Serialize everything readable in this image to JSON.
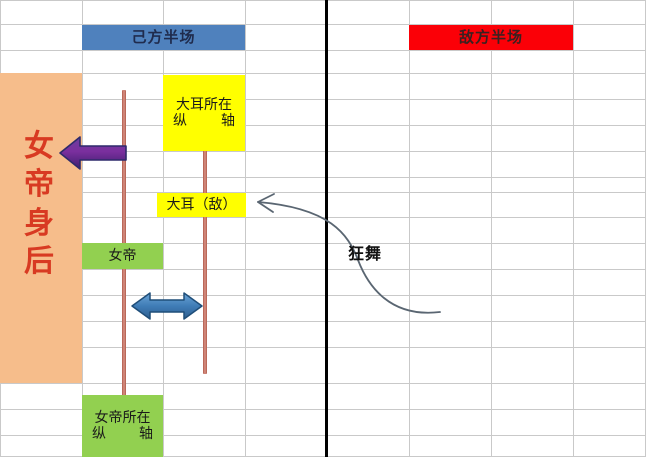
{
  "diagram": {
    "title_own_half": "己方半场",
    "title_enemy_half": "敌方半场",
    "empress_behind": [
      "女",
      "帝",
      "身",
      "后"
    ],
    "bigear_axis_line1": "大耳所在",
    "bigear_axis_line2_left": "纵",
    "bigear_axis_line2_right": "轴",
    "bigear_enemy": "大耳（敌）",
    "empress_marker": "女帝",
    "empress_axis_line1": "女帝所在",
    "empress_axis_line2_left": "纵",
    "empress_axis_line2_right": "轴",
    "skill_label": "狂舞",
    "colors": {
      "own_half_fill": "#4f81bd",
      "enemy_half_fill": "#fb0007",
      "orange_zone_fill": "#f6bd8b",
      "yellow_fill": "#ffff00",
      "green_fill": "#92d050",
      "red_axis_line": "#b05b4c",
      "purple_arrow": "#5b2d8e",
      "blue_arrow": "#3f7cb6",
      "midline": "#000000",
      "grid_line": "#c9c9c9",
      "empress_text": "#d83a22"
    }
  }
}
